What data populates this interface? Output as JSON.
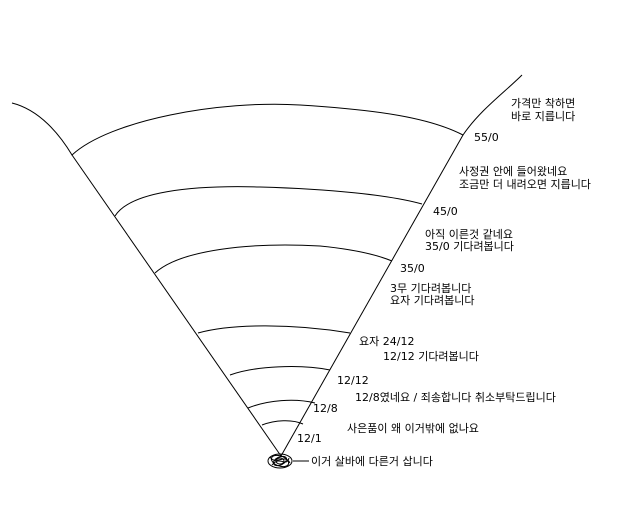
{
  "diagram": {
    "colors": {
      "ink": "#000000",
      "background": "#ffffff"
    },
    "tiers": [
      {
        "price": "55/0",
        "comment": [
          "가격만 착하면",
          "바로 지릅니다"
        ]
      },
      {
        "price": "45/0",
        "comment": [
          "사정권 안에 들어왔네요",
          "조금만 더 내려오면 지릅니다"
        ]
      },
      {
        "price": "35/0",
        "comment": [
          "아직 이른것 같네요",
          "35/0 기다려봅니다"
        ]
      },
      {
        "price": "",
        "comment": [
          "3무 기다려봅니다",
          "요자 기다려봅니다"
        ]
      },
      {
        "price": "",
        "comment": [
          "요자 24/12",
          "12/12 기다려봅니다"
        ]
      },
      {
        "price": "12/12",
        "comment": [
          "12/8였네요 / 죄송합니다 취소부탁드립니다"
        ]
      },
      {
        "price": "12/8",
        "comment": [
          "사은품이 왜 이거밖에 없나요"
        ]
      },
      {
        "price": "12/1",
        "comment": []
      }
    ],
    "bottom_label": "이거 살바에 다른거 삽니다"
  }
}
